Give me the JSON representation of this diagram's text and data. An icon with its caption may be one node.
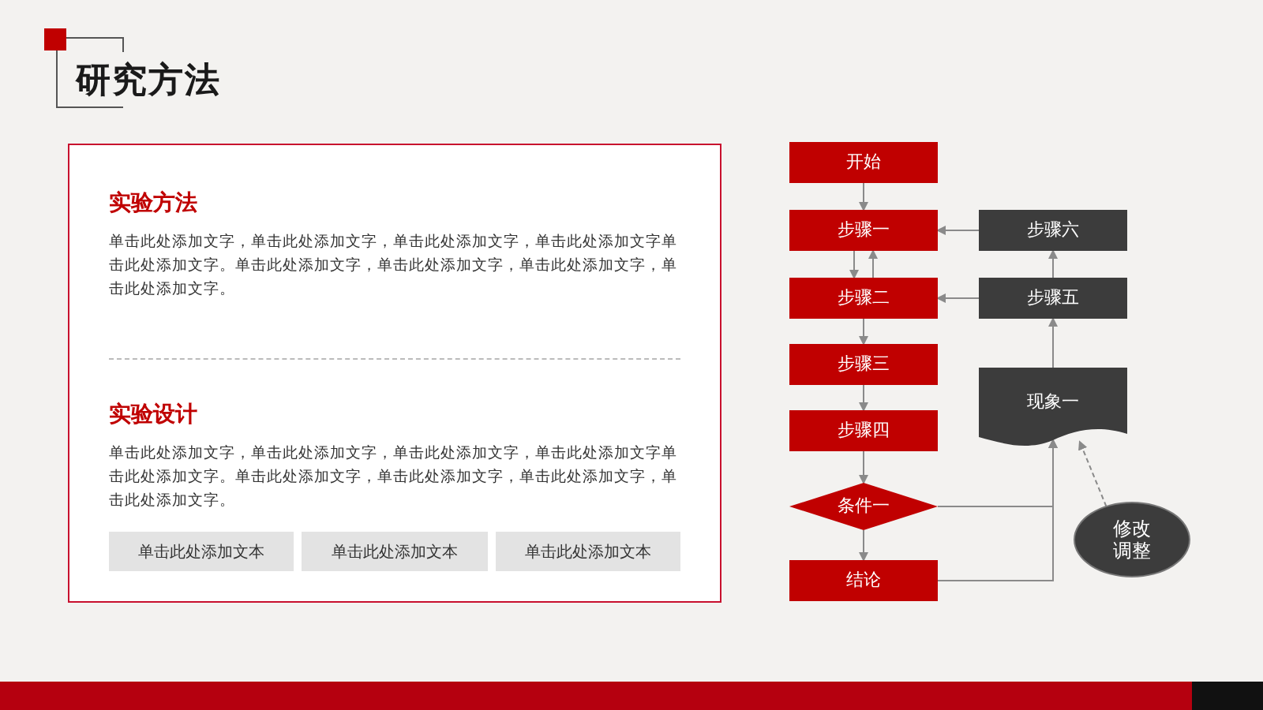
{
  "diagram": {
    "title": "研究方法",
    "nodes": [
      {
        "text": [
          "实验方法",
          "单击此处添加文字，单击此处添加文字，单击此处添加文字，单击此处添加文字单击此处添加文字。单击此处添加文字，单击此处添加文字，单击此处添加文字，单击此处添加文字。",
          "实验设计",
          "单击此处添加文字，单击此处添加文字，单击此处添加文字，单击此处添加文字单击此处添加文字。单击此处添加文字，单击此处添加文字，单击此处添加文字，单击此处添加文字。"
        ]
      },
      {
        "text": [
          "单击此处添加文本"
        ],
        "in": 0
      },
      {
        "text": [
          "单击此处添加文本"
        ],
        "in": 0
      },
      {
        "text": [
          "单击此处添加文本"
        ],
        "in": 0
      },
      {
        "text": [
          "开始"
        ]
      },
      {
        "text": [
          "步骤一"
        ]
      },
      {
        "text": [
          "步骤二"
        ]
      },
      {
        "text": [
          "步骤三"
        ]
      },
      {
        "text": [
          "步骤四"
        ]
      },
      {
        "text": [
          "条件一"
        ]
      },
      {
        "text": [
          "结论"
        ]
      },
      {
        "text": [
          "步骤六"
        ]
      },
      {
        "text": [
          "步骤五"
        ]
      },
      {
        "text": [
          "现象一"
        ]
      },
      {
        "text": [
          "修改调整"
        ]
      }
    ],
    "edges": [
      {
        "from": 4,
        "to": 5,
        "arrow": "to"
      },
      {
        "from": 5,
        "to": 6,
        "arrow": "to"
      },
      {
        "from": 6,
        "to": 5,
        "arrow": "to"
      },
      {
        "from": 6,
        "to": 7,
        "arrow": "to"
      },
      {
        "from": 7,
        "to": 8,
        "arrow": "to"
      },
      {
        "from": 8,
        "to": 9,
        "arrow": "to"
      },
      {
        "from": 9,
        "to": 10,
        "arrow": "to"
      },
      {
        "from": 11,
        "to": 5,
        "arrow": "to"
      },
      {
        "from": 12,
        "to": 6,
        "arrow": "to"
      },
      {
        "from": 12,
        "to": 11,
        "arrow": "to"
      },
      {
        "from": 13,
        "to": 12,
        "arrow": "to"
      },
      {
        "from": 9,
        "to": 13,
        "arrow": "to"
      },
      {
        "from": 10,
        "to": 13,
        "arrow": "to"
      },
      {
        "from": 14,
        "to": 13,
        "arrow": "to",
        "style": "dashed"
      }
    ]
  }
}
